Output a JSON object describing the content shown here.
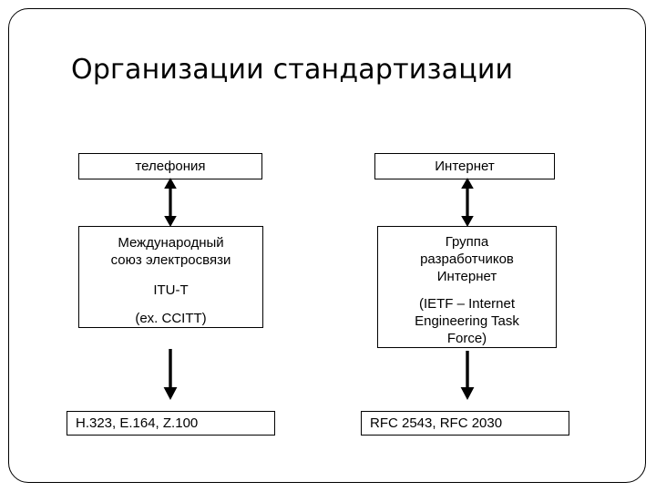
{
  "slide": {
    "title": "Организации стандартизации",
    "border_color": "#000000",
    "background": "#ffffff",
    "text_color": "#000000"
  },
  "diagram": {
    "columns": [
      {
        "id": "telephony",
        "domain_label": "телефония",
        "organization": {
          "name_line_1": "Международный",
          "name_line_2": "союз электросвязи",
          "acronym": "ITU-T",
          "former": "(ex. CCITT)"
        },
        "standards": "H.323, E.164, Z.100"
      },
      {
        "id": "internet",
        "domain_label": "Интернет",
        "organization": {
          "name_line_1": "Группа",
          "name_line_2": "разработчиков",
          "name_line_3": "Интернет",
          "expansion_line_1": "(IETF – Internet",
          "expansion_line_2": "Engineering Task",
          "expansion_line_3": "Force)"
        },
        "standards": "RFC 2543, RFC 2030"
      }
    ],
    "arrows": [
      {
        "id": "telephony-to-itu",
        "type": "double-headed-vertical"
      },
      {
        "id": "internet-to-ietf",
        "type": "double-headed-vertical"
      },
      {
        "id": "itu-to-standards",
        "type": "single-headed-down"
      },
      {
        "id": "ietf-to-standards",
        "type": "single-headed-down"
      }
    ]
  }
}
